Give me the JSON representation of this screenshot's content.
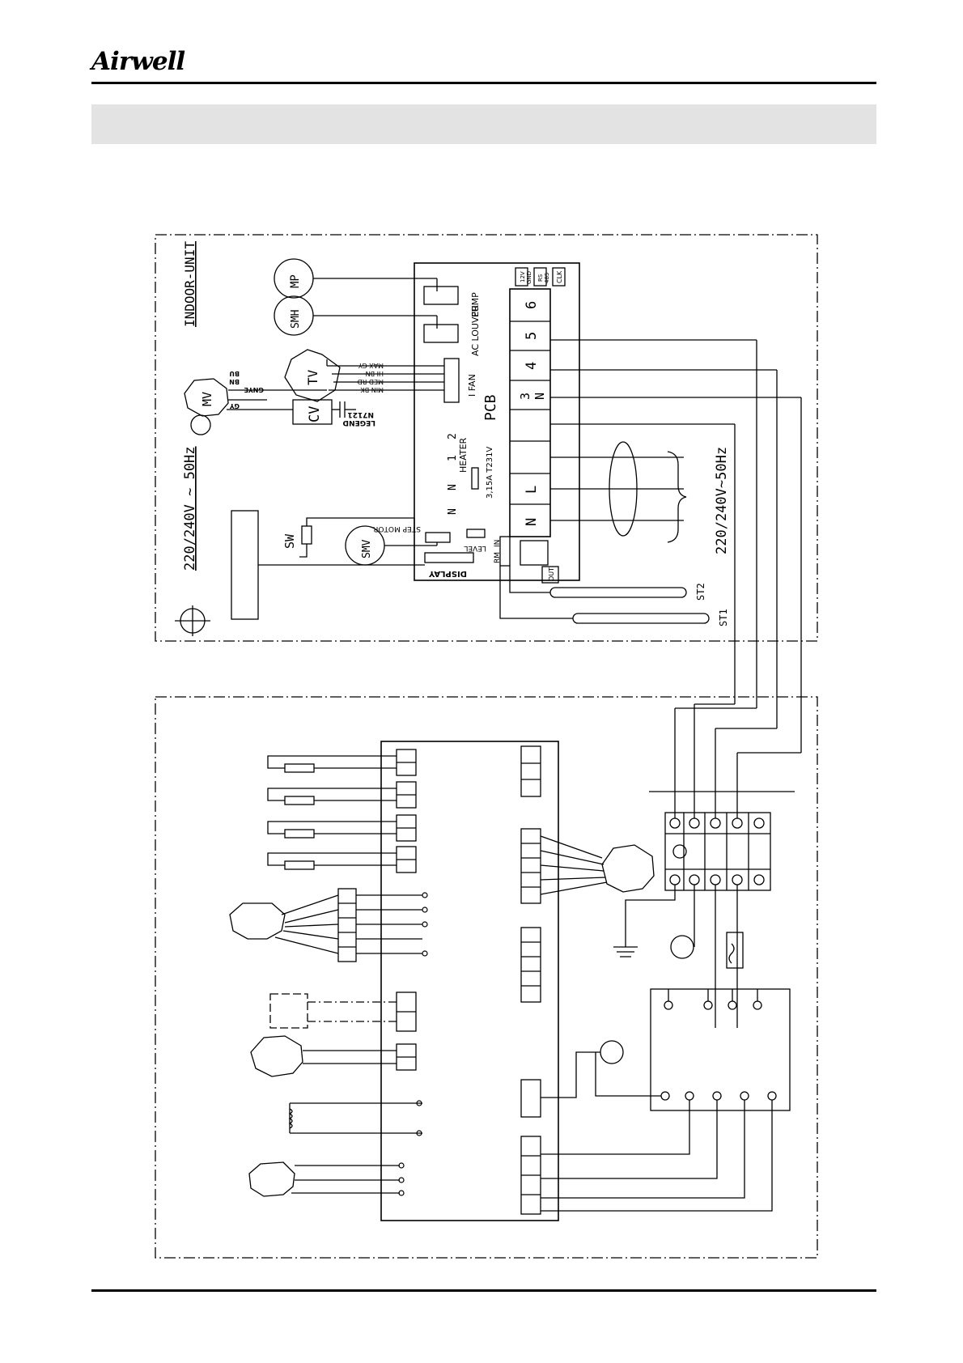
{
  "header": {
    "logo_text": "Airwell"
  },
  "indoor": {
    "title": "INDOOR-UNIT",
    "supply_left": "220/240V ~ 50Hz",
    "supply_right": "220/240V~50Hz",
    "pcb": "PCB",
    "components": {
      "mp": "MP",
      "smh": "SMH",
      "tv": "TV",
      "mv": "MV",
      "cv": "CV",
      "sw": "SW",
      "smv": "SMV"
    },
    "connectors": {
      "pump": "PUMP",
      "ac_louver": "AC LOUVER",
      "fan": "I FAN",
      "heater": "HEATER",
      "fuse": "3,15A T231V",
      "step_motor": "STEP MOTOR",
      "level": "LEVEL",
      "display": "DISPLAY",
      "rm": "RM",
      "in": "IN",
      "out": "OUT",
      "v12": "12V",
      "gnd": "GND",
      "rs": "RS",
      "v485": "485",
      "clk": "CLK"
    },
    "terminals": [
      "6",
      "5",
      "4",
      "3",
      "N",
      "L",
      "N"
    ],
    "heater_pins": [
      "2",
      "1",
      "N",
      "N"
    ],
    "fan_wires": [
      "MAX GY",
      "HI BN",
      "MED RD",
      "MIN BK"
    ],
    "wire_colors": {
      "bu": "BU",
      "bn": "BN",
      "gy": "GY",
      "gnye": "GNYE"
    },
    "legend": "LEGEND",
    "legend_code": "N7121",
    "sensors": [
      "ST2",
      "ST1"
    ]
  }
}
